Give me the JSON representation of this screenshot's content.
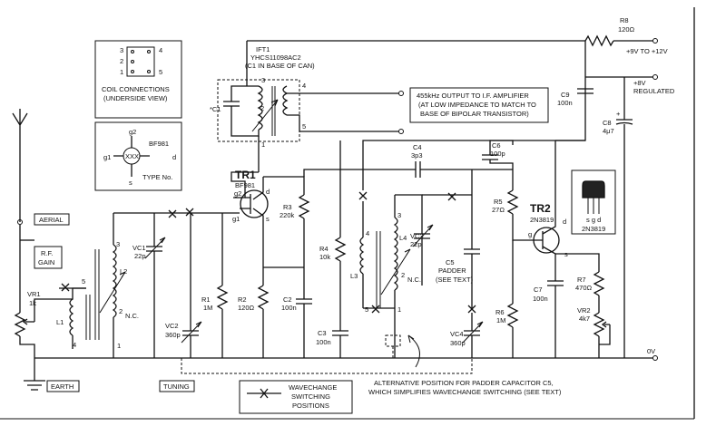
{
  "coil_box": {
    "pins_top": [
      "3",
      "4"
    ],
    "pins_bottom": [
      "1",
      "5"
    ],
    "mid": "2",
    "caption1": "COIL CONNECTIONS",
    "caption2": "(UNDERSIDE VIEW)"
  },
  "fet_box": {
    "part": "BF981",
    "g2": "g2",
    "g1": "g1",
    "d": "d",
    "s": "s",
    "center": "XXX",
    "caption": "TYPE No."
  },
  "ift": {
    "name": "IFT1",
    "part": "YHCS11098AC2",
    "note": "(C1 IN BASE OF CAN)",
    "c1": "*C1",
    "p3": "3",
    "p2": "2",
    "p1": "1",
    "p4": "4",
    "p5": "5"
  },
  "output_note": {
    "line1": "455kHz OUTPUT TO I.F. AMPLIFIER",
    "line2": "(AT LOW IMPEDANCE TO MATCH TO",
    "line3": "BASE OF BIPOLAR TRANSISTOR)"
  },
  "supply": {
    "r8": "R8",
    "r8v": "120Ω",
    "in": "+9V TO +12V",
    "reg1": "+8V",
    "reg2": "REGULATED",
    "c9": "C9",
    "c9v": "100n",
    "c8": "C8",
    "c8v": "4μ7",
    "ov": "0V"
  },
  "tr1": {
    "name": "TR1",
    "part": "BF981",
    "g2": "g2",
    "g1": "g1",
    "d": "d",
    "s": "s"
  },
  "tr2": {
    "name": "TR2",
    "part": "2N3819",
    "g": "g",
    "d": "d",
    "s": "s",
    "pins": "s g d",
    "pkg": "2N3819"
  },
  "caps": {
    "c4": "C4",
    "c4v": "3p3",
    "c6": "C6",
    "c6v": "100p",
    "c2": "C2",
    "c2v": "100n",
    "c3": "C3",
    "c3v": "100n",
    "c5": "C5",
    "c5a": "PADDER",
    "c5b": "(SEE TEXT)",
    "c7": "C7",
    "c7v": "100n"
  },
  "res": {
    "r1": "R1",
    "r1v": "1M",
    "r2": "R2",
    "r2v": "120Ω",
    "r3": "R3",
    "r3v": "220k",
    "r4": "R4",
    "r4v": "10k",
    "r5": "R5",
    "r5v": "27Ω",
    "r6": "R6",
    "r6v": "1M",
    "r7": "R7",
    "r7v": "470Ω"
  },
  "vc": {
    "vc1": "VC1",
    "vc1v": "22p",
    "vc2": "VC2",
    "vc2v": "360p",
    "vc3": "VC3",
    "vc3v": "22p",
    "vc4": "VC4",
    "vc4v": "360p",
    "vr1": "VR1",
    "vr1v": "1k",
    "vr2": "VR2",
    "vr2v": "4k7"
  },
  "coils": {
    "l1": "L1",
    "l2": "L2",
    "l3": "L3",
    "l4": "L4",
    "nc": "N.C.",
    "nc2": "N.C.",
    "p1": "1",
    "p2": "2",
    "p3": "3",
    "p4": "4",
    "p5": "5",
    "q1": "1",
    "q2": "2",
    "q3": "3",
    "q4": "4",
    "q5": "5"
  },
  "labels": {
    "aerial": "AERIAL",
    "rf1": "R.F.",
    "rf2": "GAIN",
    "earth": "EARTH",
    "tuning": "TUNING"
  },
  "legend": {
    "line1": "WAVECHANGE",
    "line2": "SWITCHING",
    "line3": "POSITIONS"
  },
  "alt_note": {
    "line1": "ALTERNATIVE POSITION FOR PADDER CAPACITOR C5,",
    "line2": "WHICH SIMPLIFIES WAVECHANGE SWITCHING (SEE TEXT)"
  }
}
